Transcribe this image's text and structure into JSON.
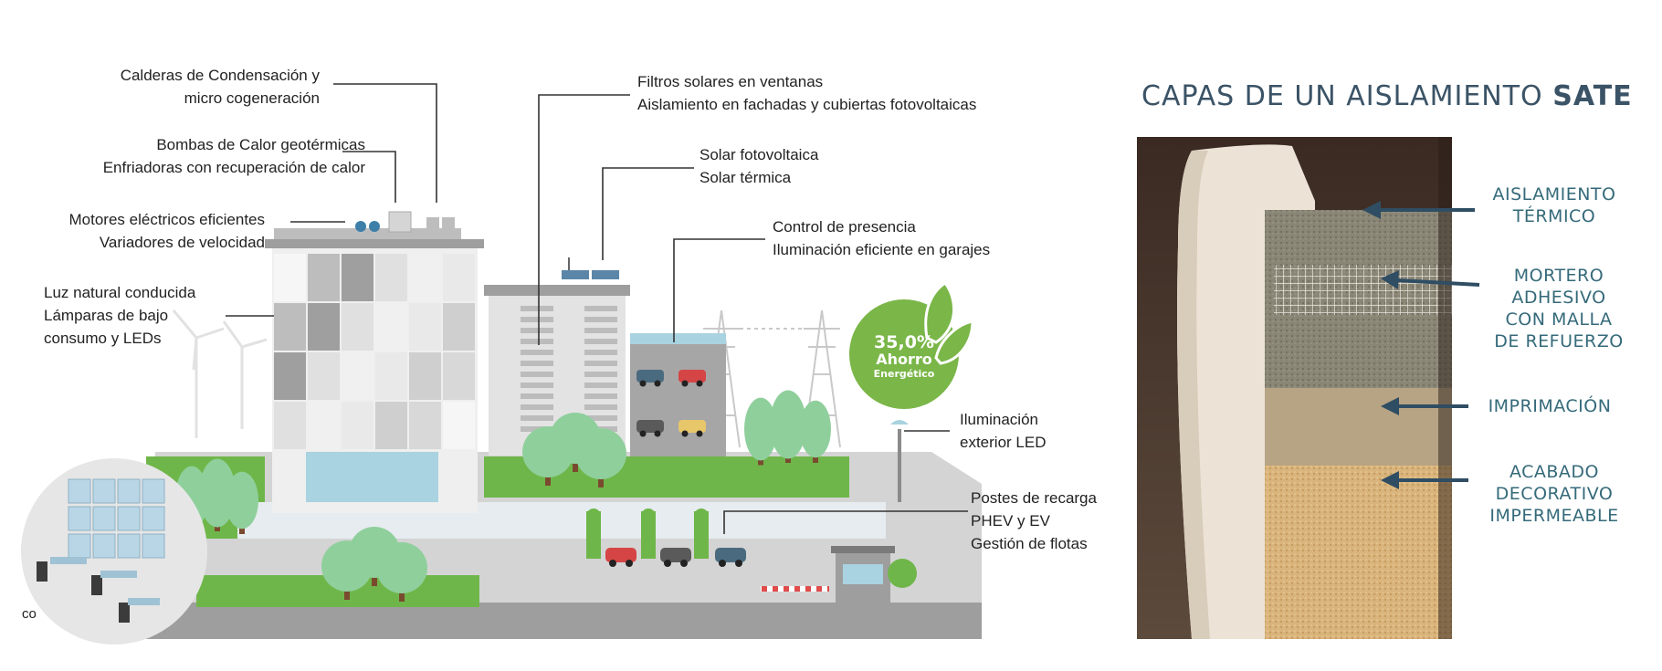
{
  "left_diagram": {
    "labels": {
      "calderas": [
        "Calderas de Condensación y",
        "micro cogeneración"
      ],
      "bombas": [
        "Bombas de Calor geotérmicas",
        "Enfriadoras con recuperación de calor"
      ],
      "motores": [
        "Motores eléctricos eficientes",
        "Variadores de velocidad"
      ],
      "luz": [
        "Luz natural conducida",
        "Lámparas de bajo",
        "consumo y LEDs"
      ],
      "filtros": [
        "Filtros solares en ventanas",
        "Aislamiento en fachadas y cubiertas fotovoltaicas"
      ],
      "solar": [
        "Solar  fotovoltaica",
        "Solar térmica"
      ],
      "control": [
        "Control de presencia",
        "Iluminación eficiente en garajes"
      ],
      "iluminacion": [
        "Iluminación",
        "exterior LED"
      ],
      "postes": [
        "Postes de recarga",
        "PHEV y EV",
        "Gestión de flotas"
      ]
    },
    "badge": {
      "value": "35,0%",
      "line1": "Ahorro",
      "line2": "Energético"
    },
    "corner_text": "co",
    "colors": {
      "green": "#7ab648",
      "grass": "#6fb64a",
      "tree": "#8fcf9c",
      "building": "#d9d9d9",
      "road": "#bdbdbd"
    }
  },
  "sate": {
    "title_light": "CAPAS DE UN AISLAMIENTO ",
    "title_bold": "SATE",
    "layers": [
      {
        "lines": [
          "AISLAMIENTO",
          "TÉRMICO"
        ]
      },
      {
        "lines": [
          "MORTERO",
          "ADHESIVO",
          "CON MALLA",
          "DE REFUERZO"
        ]
      },
      {
        "lines": [
          "IMPRIMACIÓN"
        ]
      },
      {
        "lines": [
          "ACABADO",
          "DECORATIVO",
          "IMPERMEABLE"
        ]
      }
    ],
    "colors": {
      "label": "#356a7a",
      "arrow": "#2f4d63",
      "foam": "#ece3d6",
      "mortar": "#8a8676",
      "primer": "#b7a484",
      "finish": "#d9b47c"
    }
  }
}
